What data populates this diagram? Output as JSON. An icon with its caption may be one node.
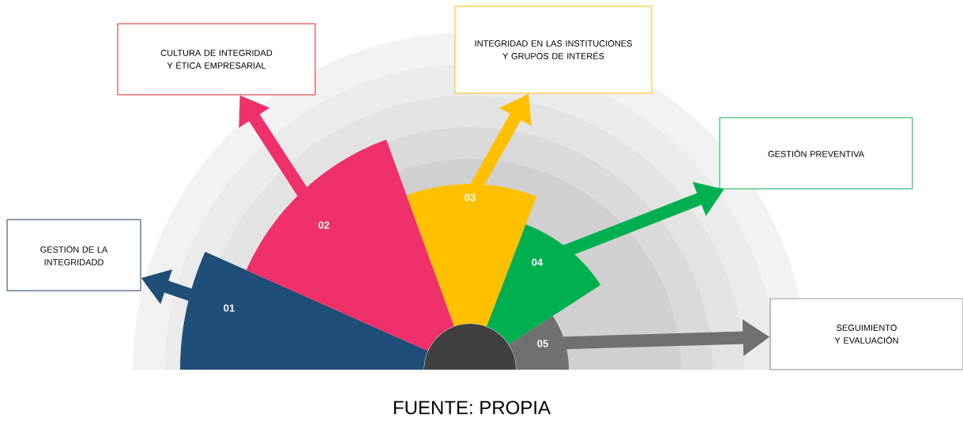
{
  "diagram": {
    "caption": "FUENTE: PROPIA",
    "nodes": [
      {
        "text": [
          "GESTIÓN DE LA INTEGRIDADD"
        ]
      },
      {
        "text": [
          "CULTURA DE INTEGRIDAD Y ÉTICA EMPRESARIAL"
        ]
      },
      {
        "text": [
          "INTEGRIDAD EN LAS INSTITUCIONES Y GRUPOS DE INTERÉS"
        ]
      },
      {
        "text": [
          "GESTIÓN PREVENTIVA"
        ]
      },
      {
        "text": [
          "SEGUIMIENTO Y EVALUACIÓN"
        ]
      },
      {
        "text": [
          "01"
        ]
      },
      {
        "text": [
          "02"
        ]
      },
      {
        "text": [
          "03"
        ]
      },
      {
        "text": [
          "04"
        ]
      },
      {
        "text": [
          "05"
        ]
      },
      {
        "text": [],
        "shape": "circle"
      }
    ],
    "edges": [
      {
        "from": 5,
        "to": 0,
        "arrow": "to",
        "color": "#1f4e79"
      },
      {
        "from": 6,
        "to": 1,
        "arrow": "to",
        "color": "#f0306a"
      },
      {
        "from": 7,
        "to": 2,
        "arrow": "to",
        "color": "#ffc000"
      },
      {
        "from": 8,
        "to": 3,
        "arrow": "to",
        "color": "#00b050"
      },
      {
        "from": 9,
        "to": 4,
        "arrow": "to",
        "color": "#707070"
      }
    ]
  }
}
